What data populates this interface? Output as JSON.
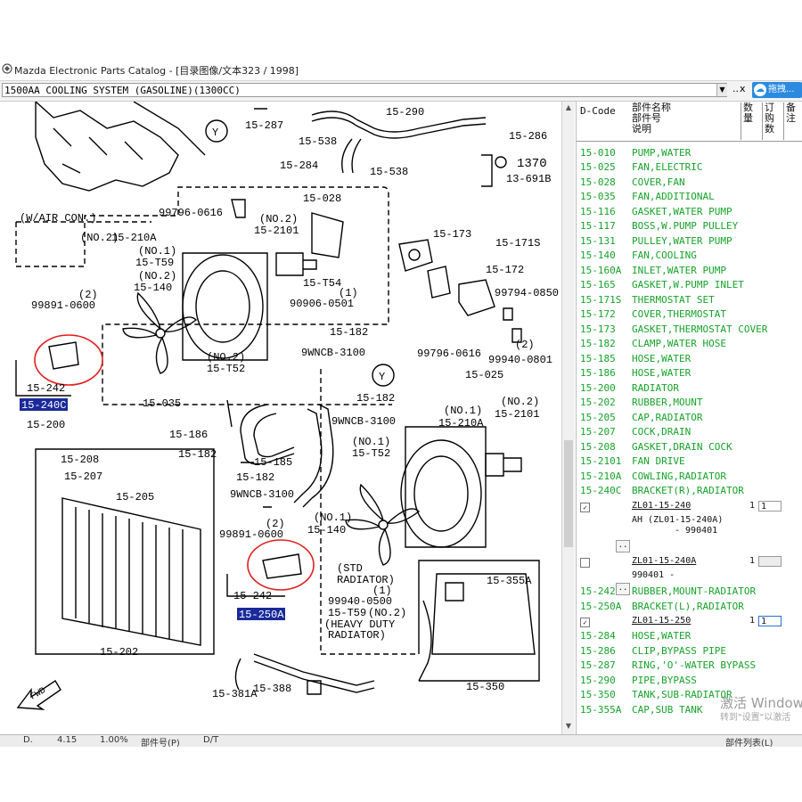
{
  "window": {
    "title": "Mazda Electronic Parts Catalog - [目录图像/文本323 / 1998]"
  },
  "toolbar": {
    "model_select": "1500AA  COOLING SYSTEM (GASOLINE)(1300CC)",
    "more_1": "..",
    "more_2": "x",
    "cloud_label": "拖拽..."
  },
  "diagram": {
    "labels": {
      "y1": "Y",
      "y2": "Y",
      "c15_287": "15-287",
      "c15_290": "15-290",
      "c15_538a": "15-538",
      "c15_538b": "15-538",
      "c15_286": "15-286",
      "c15_284": "15-284",
      "c1370": "1370",
      "c13_691b": "13-691B",
      "w_air": "(W/AIR CON.)",
      "c15_028": "15-028",
      "c99796_0616a": "99796-0616",
      "no2a": "(NO.2)",
      "c15_2101a": "15-2101",
      "no2b": "(NO.2)",
      "c15_210a_a": "15-210A",
      "no1a": "(NO.1)",
      "c15_t59a": "15-T59",
      "no2c": "(NO.2)",
      "c15_140a": "15-140",
      "c15_t54": "15-T54",
      "n1a": "(1)",
      "c90906_0501": "90906-0501",
      "no2d": "(NO.2)",
      "c15_t52a": "15-T52",
      "c15_035": "15-035",
      "c15_173": "15-173",
      "c15_171s": "15-171S",
      "c15_172": "15-172",
      "c99794_0850": "99794-0850",
      "c15_182a": "15-182",
      "c9wncb_3100a": "9WNCB-3100",
      "c99796_0616b": "99796-0616",
      "n2a": "(2)",
      "c99940_0801": "99940-0801",
      "c15_025": "15-025",
      "n2b": "(2)",
      "c99891_0600a": "99891-0600",
      "c15_242a": "15-242",
      "c15_240c": "15-240C",
      "c15_200": "15-200",
      "c15_182b": "15-182",
      "c9wncb_3100b": "9WNCB-3100",
      "no1b": "(NO.1)",
      "c15_210a_b": "15-210A",
      "no2e": "(NO.2)",
      "c15_2101b": "15-2101",
      "c15_186": "15-186",
      "c15_182c": "15-182",
      "c15_185": "15-185",
      "no1c": "(NO.1)",
      "c15_t52b": "15-T52",
      "c15_208": "15-208",
      "c15_207": "15-207",
      "c15_205": "15-205",
      "c15_182d": "15-182",
      "c9wncb_3100c": "9WNCB-3100",
      "no1d": "(NO.1)",
      "c15_140b": "15-140",
      "n2c": "(2)",
      "c99891_0600b": "99891-0600",
      "std": "(STD",
      "radiator": "RADIATOR)",
      "n1b": "(1)",
      "c99940_0500": "99940-0500",
      "c15_t59b": "15-T59",
      "no2f": "(NO.2)",
      "heavy": "(HEAVY DUTY",
      "radiator2": "RADIATOR)",
      "c15_242b": "15-242",
      "c15_250a": "15-250A",
      "c15_355a": "15-355A",
      "c15_202": "15-202",
      "c15_381a": "15-381A",
      "c15_388": "15-388",
      "c15_350": "15-350",
      "fwd": "FWD"
    }
  },
  "panel": {
    "headers": {
      "dcode": "D-Code",
      "name": "部件名称\n部件号\n说明",
      "qty": "数\n量",
      "order": "订\n购\n数",
      "note": "备\n注"
    },
    "rows": [
      {
        "code": "15-010",
        "name": "PUMP,WATER"
      },
      {
        "code": "15-025",
        "name": "FAN,ELECTRIC"
      },
      {
        "code": "15-028",
        "name": "COVER,FAN"
      },
      {
        "code": "15-035",
        "name": "FAN,ADDITIONAL"
      },
      {
        "code": "15-116",
        "name": "GASKET,WATER PUMP"
      },
      {
        "code": "15-117",
        "name": "BOSS,W.PUMP PULLEY"
      },
      {
        "code": "15-131",
        "name": "PULLEY,WATER PUMP"
      },
      {
        "code": "15-140",
        "name": "FAN,COOLING"
      },
      {
        "code": "15-160A",
        "name": "INLET,WATER PUMP"
      },
      {
        "code": "15-165",
        "name": "GASKET,W.PUMP INLET"
      },
      {
        "code": "15-171S",
        "name": "THERMOSTAT SET"
      },
      {
        "code": "15-172",
        "name": "COVER,THERMOSTAT"
      },
      {
        "code": "15-173",
        "name": "GASKET,THERMOSTAT COVER"
      },
      {
        "code": "15-182",
        "name": "CLAMP,WATER HOSE"
      },
      {
        "code": "15-185",
        "name": "HOSE,WATER"
      },
      {
        "code": "15-186",
        "name": "HOSE,WATER"
      },
      {
        "code": "15-200",
        "name": "RADIATOR"
      },
      {
        "code": "15-202",
        "name": "RUBBER,MOUNT"
      },
      {
        "code": "15-205",
        "name": "CAP,RADIATOR"
      },
      {
        "code": "15-207",
        "name": "COCK,DRAIN"
      },
      {
        "code": "15-208",
        "name": "GASKET,DRAIN COCK"
      },
      {
        "code": "15-2101",
        "name": "FAN DRIVE"
      },
      {
        "code": "15-210A",
        "name": "COWLING,RADIATOR"
      },
      {
        "code": "15-240C",
        "name": "BRACKET(R),RADIATOR"
      }
    ],
    "sub_240c": {
      "pn1": "ZL01-15-240",
      "qty1": "1",
      "order1": "1",
      "note1a": "AH (ZL01-15-240A)",
      "note1b": "- 990401",
      "pn2": "ZL01-15-240A",
      "qty2": "1",
      "note2": "990401  -",
      "dots": ".."
    },
    "rows2": [
      {
        "code": "15-242",
        "name": "RUBBER,MOUNT-RADIATOR"
      },
      {
        "code": "15-250A",
        "name": "BRACKET(L),RADIATOR"
      }
    ],
    "sub_250a": {
      "pn": "ZL01-15-250",
      "qty": "1",
      "order": "1"
    },
    "rows3": [
      {
        "code": "15-284",
        "name": "HOSE,WATER"
      },
      {
        "code": "15-286",
        "name": "CLIP,BYPASS PIPE"
      },
      {
        "code": "15-287",
        "name": "RING,'O'-WATER BYPASS"
      },
      {
        "code": "15-290",
        "name": "PIPE,BYPASS"
      },
      {
        "code": "15-350",
        "name": "TANK,SUB-RADIATOR"
      },
      {
        "code": "15-355A",
        "name": "CAP,SUB TANK"
      }
    ]
  },
  "watermark": {
    "line1": "激活 Window",
    "line2": "转到\"设置\"以激活"
  },
  "statusbar": {
    "a": "D.",
    "b": "4.15",
    "c": "1.00%",
    "d": "部件号(P)",
    "e": "D/T",
    "f": "部件列表(L)"
  },
  "colors": {
    "highlight_bg": "#1a2a9a",
    "highlight_fg": "#ffffff",
    "part_green": "#17a32a",
    "circle_red": "#e02020"
  }
}
